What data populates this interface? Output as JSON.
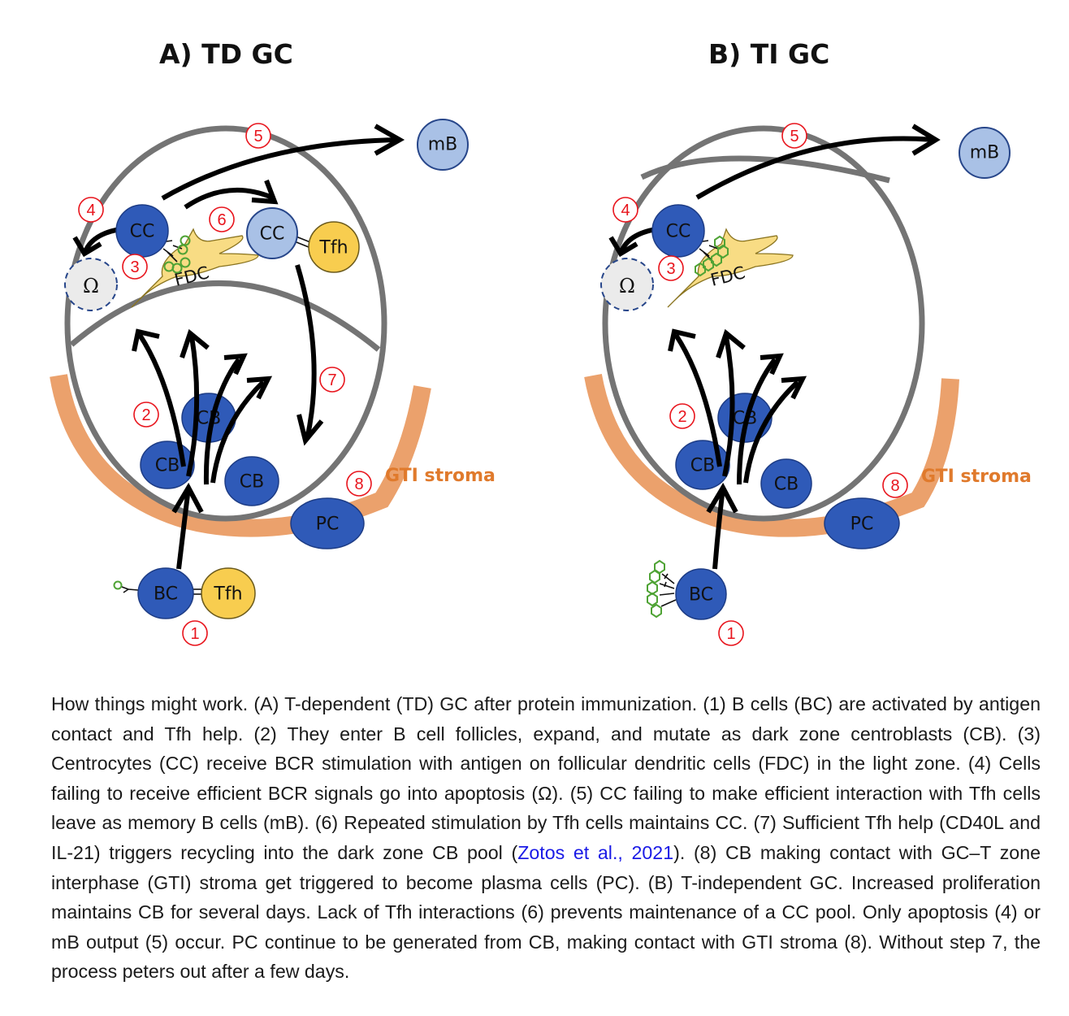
{
  "figure": {
    "panel_a": {
      "title": "A) TD GC",
      "cells": {
        "cc_dark": "CC",
        "cc_light": "CC",
        "tfh_light_zone": "Tfh",
        "apoptosis": "Ω",
        "fdc": "FDC",
        "memory_b": "mB",
        "cb_1": "CB",
        "cb_2": "CB",
        "cb_3": "CB",
        "plasma_cell": "PC",
        "b_cell": "BC",
        "tfh_entry": "Tfh"
      },
      "steps": [
        "1",
        "2",
        "3",
        "4",
        "5",
        "6",
        "7",
        "8"
      ],
      "stroma_label": "GTI stroma"
    },
    "panel_b": {
      "title": "B) TI GC",
      "cells": {
        "cc_dark": "CC",
        "apoptosis": "Ω",
        "fdc": "FDC",
        "memory_b": "mB",
        "cb_1": "CB",
        "cb_2": "CB",
        "cb_3": "CB",
        "plasma_cell": "PC",
        "b_cell": "BC"
      },
      "steps": [
        "1",
        "2",
        "3",
        "4",
        "5",
        "8"
      ],
      "stroma_label": "GTI stroma"
    },
    "colors": {
      "step_number_red": "#e8141c",
      "dark_cell_blue": "#2f5ab8",
      "light_cell_blue": "#a9c1e6",
      "tfh_yellow": "#f8cd4f",
      "fdc_yellow": "#f8dc84",
      "stroma_orange": "#eba16c",
      "stroma_label_orange": "#e07a2c",
      "gc_outline_gray": "#747474",
      "antigen_green": "#4fa335",
      "citation_link_blue": "#1a1ae6"
    }
  },
  "caption": {
    "part1": "How things might work. (A) T-dependent (TD) GC after protein immunization. (1) B cells (BC) are activated by antigen contact and Tfh help. (2) They enter B cell follicles, expand, and mutate as dark zone centroblasts (CB). (3) Centrocytes (CC) receive BCR stimulation with antigen on follicular dendritic cells (FDC) in the light zone. (4) Cells failing to receive efficient BCR signals go into apoptosis (Ω). (5) CC failing to make efficient interaction with Tfh cells leave as memory B cells (mB). (6) Repeated stimulation by Tfh cells maintains CC. (7) Sufficient Tfh help (CD40L and IL-21) triggers recycling into the dark zone CB pool (",
    "citation": "Zotos et al., 2021",
    "part2": "). (8) CB making contact with GC–T zone interphase (GTI) stroma get triggered to become plasma cells (PC). (B) T-independent GC. Increased proliferation maintains CB for several days. Lack of Tfh interactions (6) prevents maintenance of a CC pool. Only apoptosis (4) or mB output (5) occur. PC continue to be generated from CB, making contact with GTI stroma (8). Without step 7, the process peters out after a few days."
  }
}
